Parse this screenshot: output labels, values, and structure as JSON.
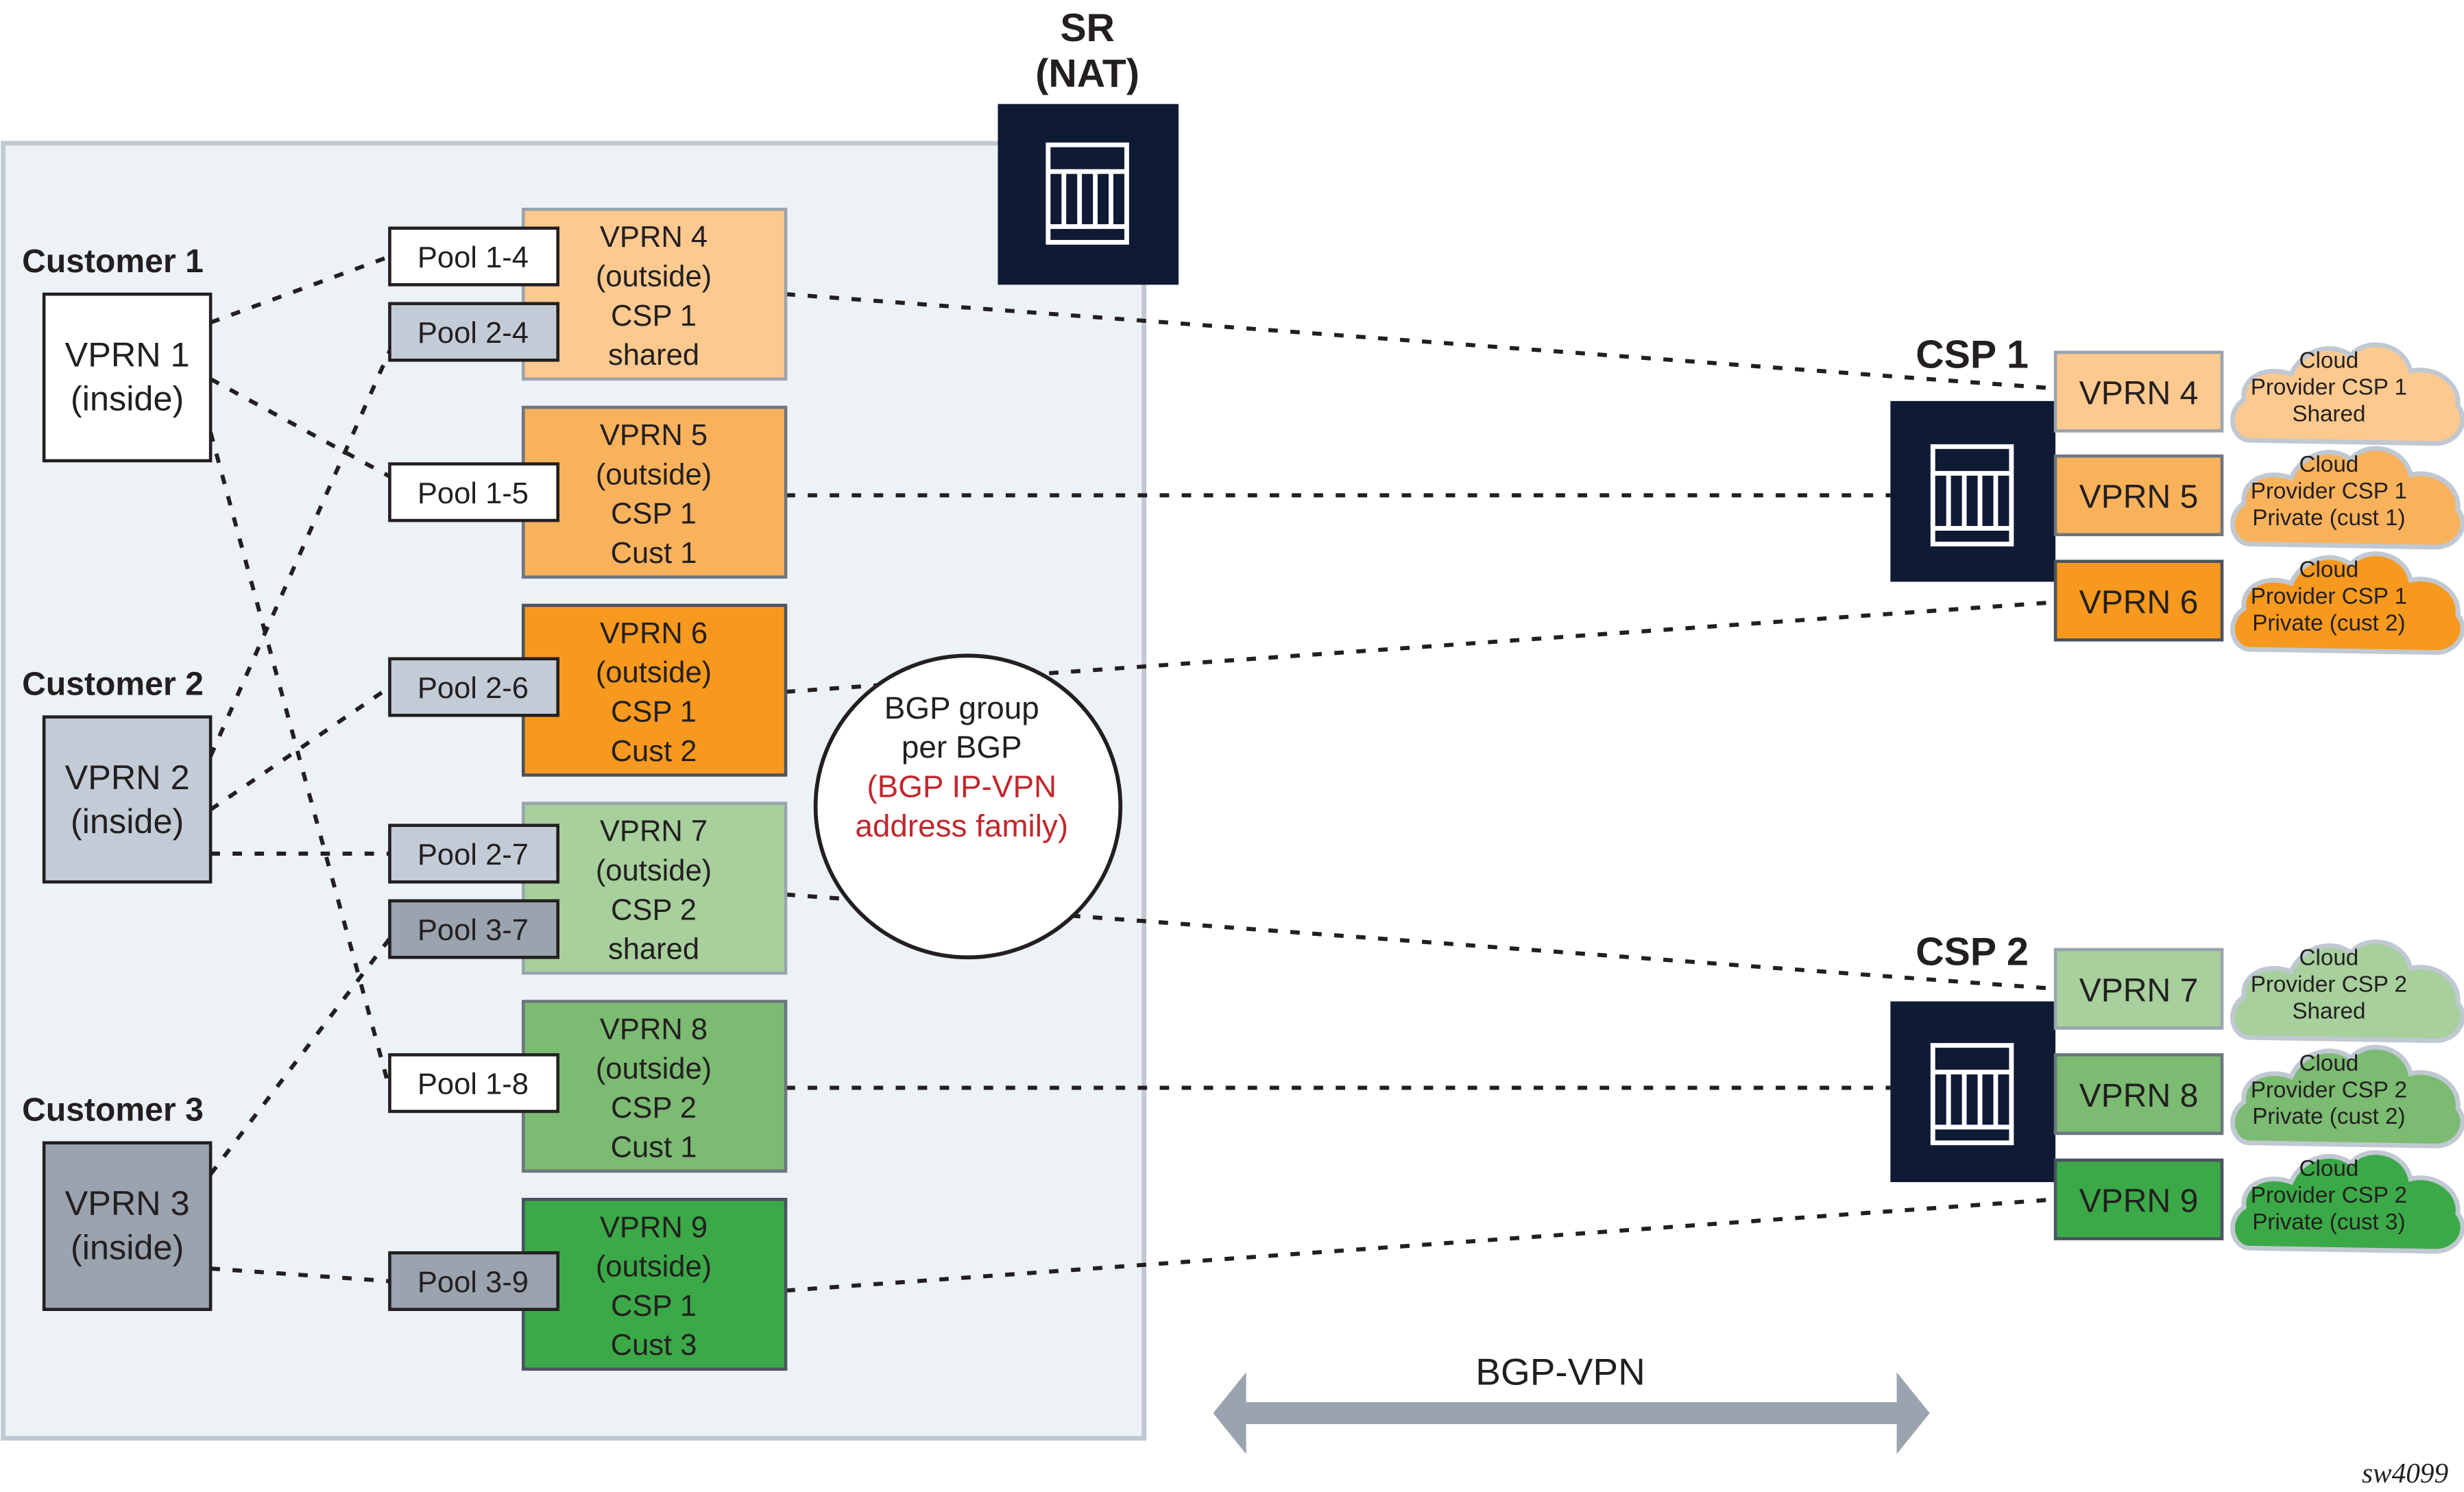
{
  "sr": {
    "title_line1": "SR",
    "title_line2": "(NAT)",
    "icon": "router-chassis-icon"
  },
  "customers": [
    {
      "label": "Customer 1",
      "vprn_line1": "VPRN 1",
      "vprn_line2": "(inside)",
      "color": "#ffffff"
    },
    {
      "label": "Customer 2",
      "vprn_line1": "VPRN 2",
      "vprn_line2": "(inside)",
      "color": "#c3ccd6"
    },
    {
      "label": "Customer 3",
      "vprn_line1": "VPRN 3",
      "vprn_line2": "(inside)",
      "color": "#9aa3ae"
    }
  ],
  "pools": [
    {
      "label": "Pool 1-4",
      "color": "#ffffff"
    },
    {
      "label": "Pool 2-4",
      "color": "#c3ccd6"
    },
    {
      "label": "Pool 1-5",
      "color": "#ffffff"
    },
    {
      "label": "Pool 2-6",
      "color": "#c3ccd6"
    },
    {
      "label": "Pool 2-7",
      "color": "#c3ccd6"
    },
    {
      "label": "Pool 3-7",
      "color": "#9aa3ae"
    },
    {
      "label": "Pool 1-8",
      "color": "#ffffff"
    },
    {
      "label": "Pool 3-9",
      "color": "#9aa3ae"
    }
  ],
  "outside_vprns": [
    {
      "lines": [
        "VPRN 4",
        "(outside)",
        "CSP 1",
        "shared"
      ],
      "color": "#fdc98f"
    },
    {
      "lines": [
        "VPRN 5",
        "(outside)",
        "CSP 1",
        "Cust 1"
      ],
      "color": "#f9b25c"
    },
    {
      "lines": [
        "VPRN 6",
        "(outside)",
        "CSP 1",
        "Cust 2"
      ],
      "color": "#f7991e"
    },
    {
      "lines": [
        "VPRN 7",
        "(outside)",
        "CSP 2",
        "shared"
      ],
      "color": "#a7d09c"
    },
    {
      "lines": [
        "VPRN 8",
        "(outside)",
        "CSP 2",
        "Cust 1"
      ],
      "color": "#7bbb72"
    },
    {
      "lines": [
        "VPRN 9",
        "(outside)",
        "CSP 1",
        "Cust 3"
      ],
      "color": "#3ba947"
    }
  ],
  "bgp_group": {
    "line1": "BGP group",
    "line2": "per BGP",
    "line3": "(BGP IP-VPN",
    "line4": "address family)",
    "accent_color": "#c1272d"
  },
  "csps": [
    {
      "label": "CSP 1",
      "vprns": [
        {
          "label": "VPRN 4",
          "color": "#fdc98f",
          "cloud": [
            "Cloud",
            "Provider CSP 1",
            "Shared"
          ]
        },
        {
          "label": "VPRN 5",
          "color": "#f9b25c",
          "cloud": [
            "Cloud",
            "Provider CSP 1",
            "Private (cust 1)"
          ]
        },
        {
          "label": "VPRN 6",
          "color": "#f7991e",
          "cloud": [
            "Cloud",
            "Provider CSP 1",
            "Private (cust 2)"
          ]
        }
      ]
    },
    {
      "label": "CSP 2",
      "vprns": [
        {
          "label": "VPRN 7",
          "color": "#a7d09c",
          "cloud": [
            "Cloud",
            "Provider CSP 2",
            "Shared"
          ]
        },
        {
          "label": "VPRN 8",
          "color": "#7bbb72",
          "cloud": [
            "Cloud",
            "Provider CSP 2",
            "Private (cust 2)"
          ]
        },
        {
          "label": "VPRN 9",
          "color": "#3ba947",
          "cloud": [
            "Cloud",
            "Provider CSP 2",
            "Private (cust 3)"
          ]
        }
      ]
    }
  ],
  "bgp_vpn_arrow": {
    "label": "BGP-VPN",
    "color": "#9aa3ae"
  },
  "figure_id": "sw4099",
  "colors": {
    "router_fill": "#0f1a35",
    "nat_area_fill": "#edf2f7",
    "nat_area_stroke": "#c0c8d2",
    "line": "#231f20"
  }
}
